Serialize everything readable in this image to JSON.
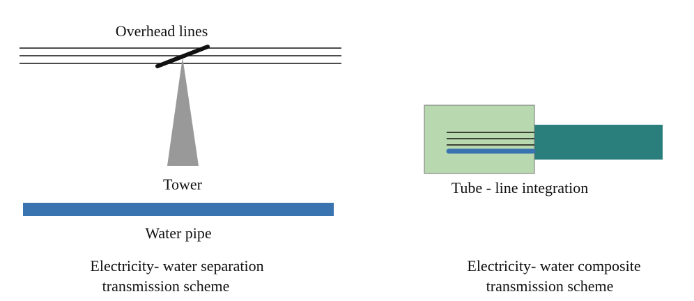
{
  "left_scheme": {
    "overhead_lines_label": "Overhead lines",
    "tower_label": "Tower",
    "water_pipe_label": "Water pipe",
    "caption_line1": "Electricity- water separation",
    "caption_line2": "transmission scheme"
  },
  "right_scheme": {
    "integration_label": "Tube - line integration",
    "caption_line1": "Electricity- water  composite",
    "caption_line2": "transmission scheme"
  },
  "colors": {
    "line": "#111111",
    "tower": "#999999",
    "pipe": "#3a74b0",
    "integration_box": "#b8d8b0",
    "integration_box_border": "#777777",
    "teal_pipe": "#2a7f7c"
  }
}
